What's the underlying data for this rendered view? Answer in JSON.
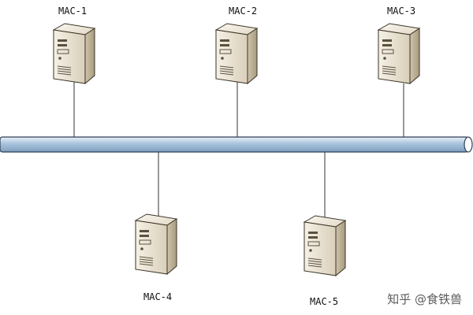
{
  "diagram": {
    "nodes": [
      {
        "label": "MAC-1"
      },
      {
        "label": "MAC-2"
      },
      {
        "label": "MAC-3"
      },
      {
        "label": "MAC-4"
      },
      {
        "label": "MAC-5"
      }
    ]
  },
  "watermark": {
    "text": "知乎 @食铁兽"
  },
  "colors": {
    "bus_fill": "#a9c3dc",
    "bus_stroke": "#2c3e55",
    "server_light": "#efe8d8",
    "server_dark": "#b5a98f",
    "server_stroke": "#3a3326"
  }
}
